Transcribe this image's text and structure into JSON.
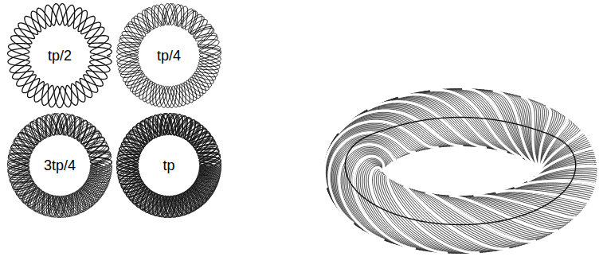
{
  "diagram": {
    "labels": [
      "tp/2",
      "tp/4",
      "3tp/4",
      "tp"
    ]
  }
}
